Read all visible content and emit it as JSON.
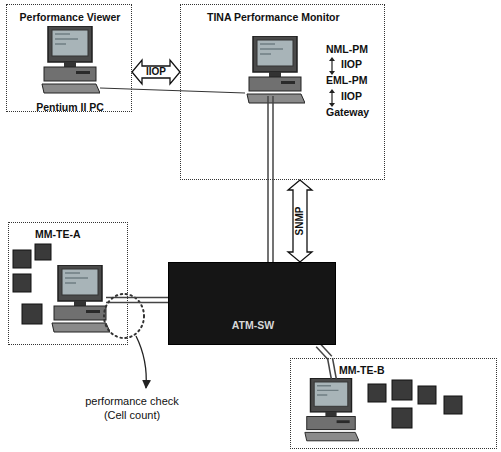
{
  "diagram": {
    "nodes": [
      {
        "text": [
          "Performance Viewer",
          "Pentium II PC"
        ]
      },
      {
        "text": [
          "TINA Performance Monitor",
          "NML-PM",
          "IIOP",
          "EML-PM",
          "IIOP",
          "Gateway"
        ]
      },
      {
        "text": [
          "MM-TE-A"
        ]
      },
      {
        "text": [
          "ATM-SW"
        ]
      },
      {
        "text": [
          "MM-TE-B"
        ]
      }
    ],
    "edges": [
      {
        "from": 0,
        "to": 1,
        "arrow": "both",
        "label": "IIOP"
      },
      {
        "from": 1,
        "to": 3,
        "arrow": "both",
        "label": "SNMP"
      },
      {
        "from": 2,
        "to": 3,
        "arrow": "none"
      },
      {
        "from": 3,
        "to": 4,
        "arrow": "none"
      }
    ],
    "labels": [
      "performance check (Cell count)"
    ]
  }
}
